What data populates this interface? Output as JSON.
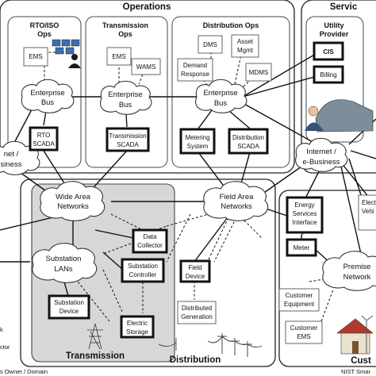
{
  "domains": {
    "operations": "Operations",
    "service_providers": "Servic",
    "transmission": "Transmission",
    "distribution": "Distribution",
    "customer": "Cust"
  },
  "subdomains": {
    "rto": [
      "RTO/ISO",
      "Ops"
    ],
    "transmission_ops": [
      "Transmission",
      "Ops"
    ],
    "distribution_ops": "Distribution Ops",
    "utility_provider": [
      "Utility",
      "Provider"
    ]
  },
  "clouds": {
    "enterprise_bus_1": [
      "Enterprise",
      "Bus"
    ],
    "enterprise_bus_2": [
      "Enterprise",
      "Bus"
    ],
    "enterprise_bus_3": [
      "Enterprise",
      "Bus"
    ],
    "internet_left": [
      "net /",
      "siness"
    ],
    "internet_right": [
      "Internet /",
      "e-Business"
    ],
    "wan": [
      "Wide Area",
      "Networks"
    ],
    "fan": [
      "Field Area",
      "Networks"
    ],
    "substation_lans": [
      "Substation",
      "LANs"
    ],
    "premises": [
      "Premise",
      "Network"
    ]
  },
  "boxes": {
    "ems_rto": "EMS",
    "ems_trans": "EMS",
    "wams": "WAMS",
    "dms": "DMS",
    "asset_mgmt": [
      "Asset",
      "Mgmt"
    ],
    "demand_response": [
      "Demand",
      "Response"
    ],
    "mdms": "MDMS",
    "cis": "CIS",
    "billing": "Billing",
    "rto_scada": [
      "RTO",
      "SCADA"
    ],
    "transmission_scada": [
      "Transmission",
      "SCADA"
    ],
    "metering_system": [
      "Metering",
      "System"
    ],
    "distribution_scada": [
      "Distribution",
      "SCADA"
    ],
    "energy_services_interface": [
      "Energy",
      "Services",
      "Interface"
    ],
    "meter": "Meter",
    "data_collector": [
      "Data",
      "Collector"
    ],
    "substation_controller": [
      "Substation",
      "Controller"
    ],
    "field_device": [
      "Field",
      "Device"
    ],
    "substation_device": [
      "Substation",
      "Device"
    ],
    "electric_storage": [
      "Electric",
      "Storage"
    ],
    "distributed_generation": [
      "Distributed",
      "Generation"
    ],
    "customer_equipment": [
      "Customer",
      "Equipment"
    ],
    "customer_ems": [
      "Customer",
      "EMS"
    ],
    "electric_vehicle": [
      "Electr",
      "Vehi"
    ]
  },
  "left_edge_labels": [
    "k",
    "ctor"
  ],
  "footer": {
    "left": "s Owner / Domain",
    "right": "NIST Smar"
  },
  "colors": {
    "line": "#111111",
    "transmission_fill": "#d9d6d6",
    "monitor": "#3b6fb0",
    "person": "#1a1a1a"
  }
}
